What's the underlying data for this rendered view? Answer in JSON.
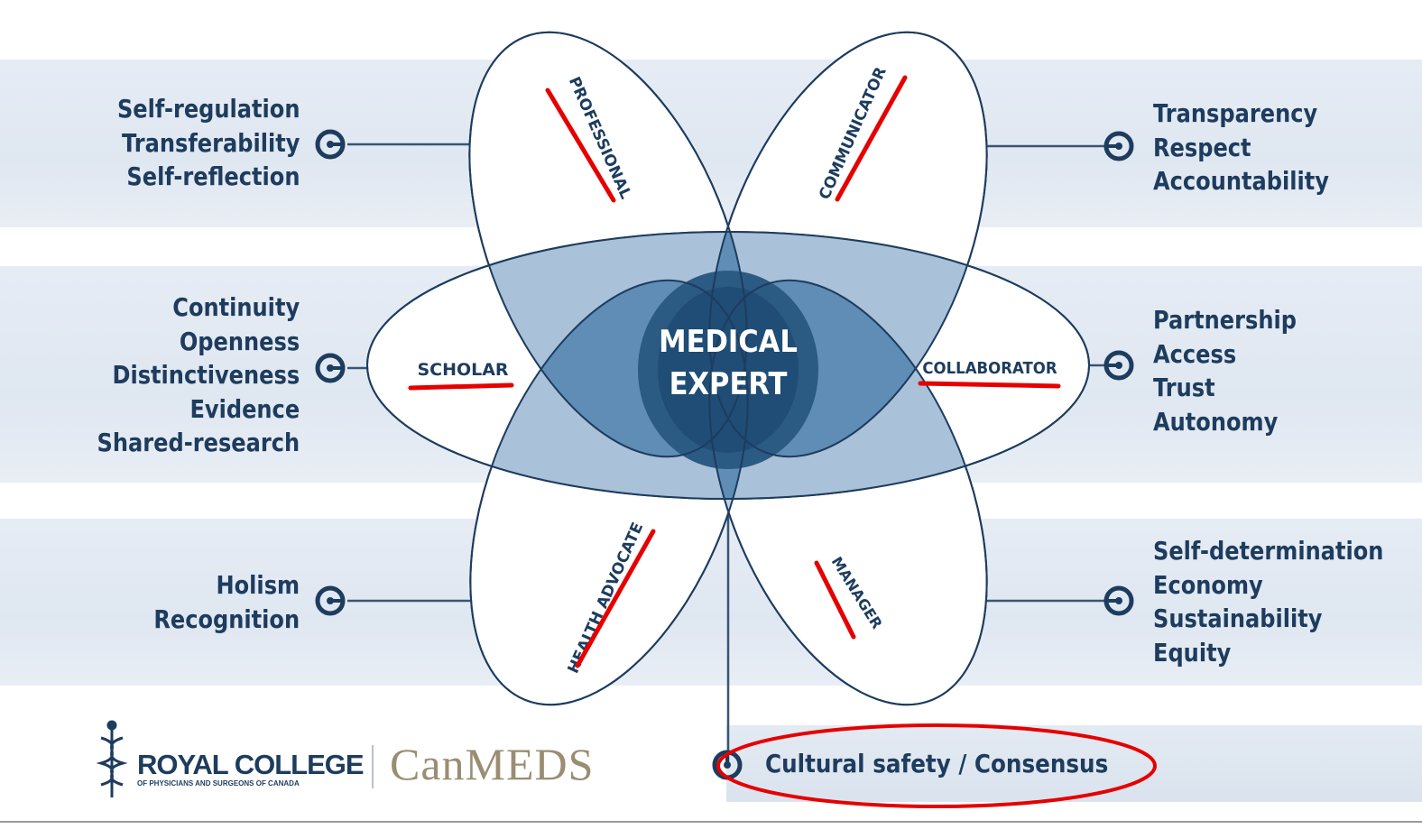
{
  "center": {
    "line1": "MEDICAL",
    "line2": "EXPERT"
  },
  "roles": {
    "professional": "PROFESSIONAL",
    "communicator": "COMMUNICATOR",
    "scholar": "SCHOLAR",
    "collaborator": "COLLABORATOR",
    "health_advocate": "HEALTH ADVOCATE",
    "manager": "MANAGER"
  },
  "values": {
    "professional": [
      "Self-regulation",
      "Transferability",
      "Self-reflection"
    ],
    "communicator": [
      "Transparency",
      "Respect",
      "Accountability"
    ],
    "scholar": [
      "Continuity",
      "Openness",
      "Distinctiveness",
      "Evidence",
      "Shared-research"
    ],
    "collaborator": [
      "Partnership",
      "Access",
      "Trust",
      "Autonomy"
    ],
    "health_advocate": [
      "Holism",
      "Recognition"
    ],
    "manager": [
      "Self-determination",
      "Economy",
      "Sustainability",
      "Equity"
    ],
    "medical_expert": "Cultural safety / Consensus"
  },
  "logo": {
    "royal_college": "ROYAL COLLEGE",
    "subtitle": "OF PHYSICIANS AND SURGEONS OF CANADA",
    "canmeds": "CanMEDS"
  },
  "colors": {
    "navy": "#1d3c5e",
    "petal_fill": "#ffffff",
    "overlap_light": "#bfd0e2",
    "overlap_mid": "#6b97bd",
    "overlap_dark": "#3d6f98",
    "core": "#1f4d75",
    "annotation": "#e60000"
  }
}
